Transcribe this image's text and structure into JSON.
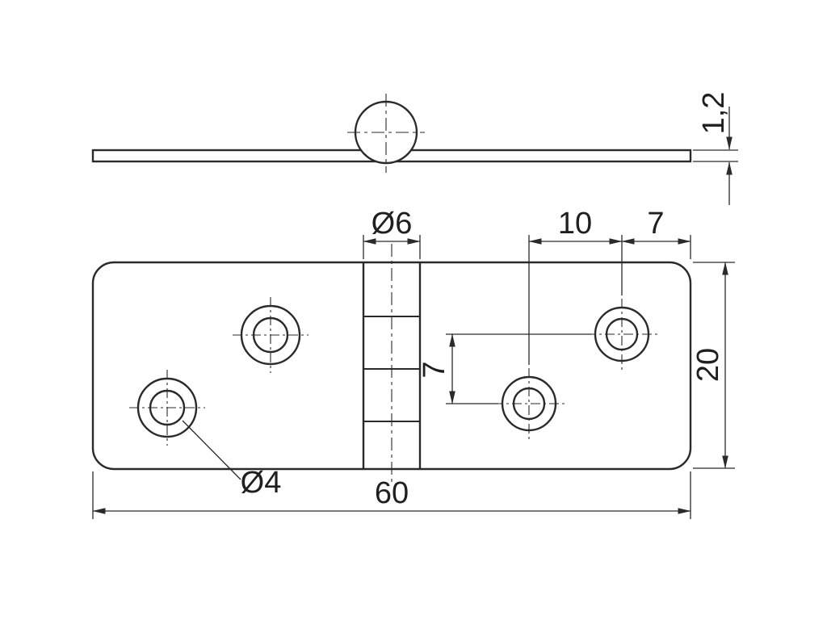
{
  "drawing": {
    "background": "#ffffff",
    "line_color": "#2a2a2a",
    "views": [
      "side-view",
      "top-view"
    ]
  },
  "labels": {
    "thickness": "1,2",
    "knuckle_diameter": "Ø6",
    "hole_pitch": "10",
    "edge_distance": "7",
    "vertical_offset": "7",
    "plate_width": "20",
    "overall_length": "60",
    "hole_diameter": "Ø4"
  }
}
